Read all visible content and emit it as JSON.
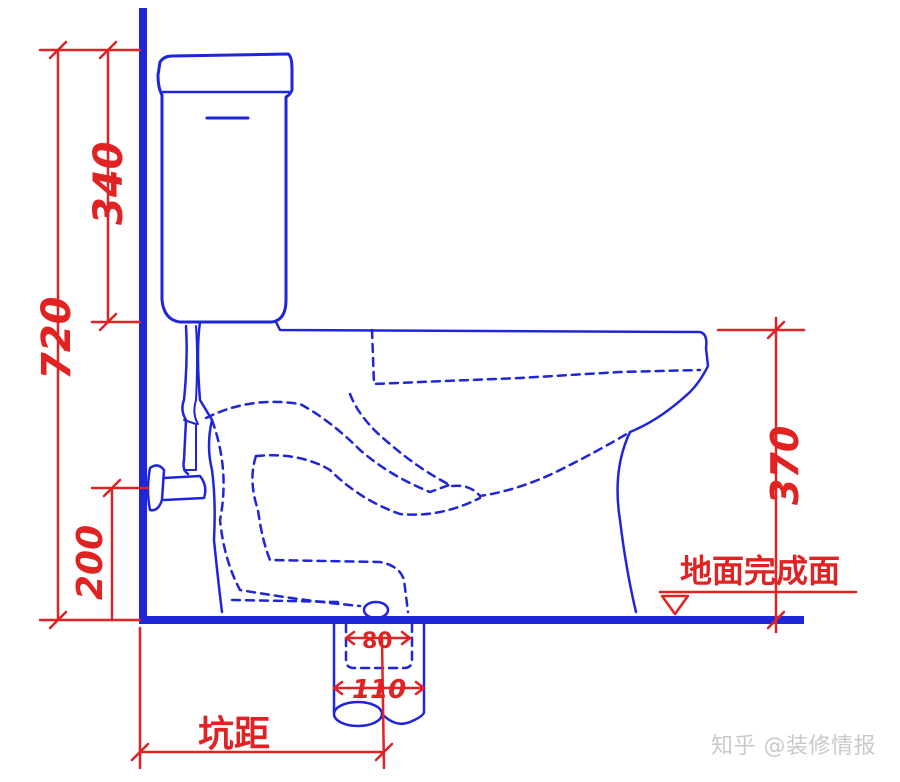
{
  "dimensions": {
    "total_height": "720",
    "tank_height": "340",
    "inlet_height": "200",
    "seat_height": "370",
    "drain_inner": "80",
    "drain_outer": "110"
  },
  "labels": {
    "pit_distance": "坑距",
    "floor_finish": "地面完成面"
  },
  "watermark": "知乎 @装修情报",
  "colors": {
    "fixture": "#1f25d8",
    "dimension": "#e02222",
    "watermark": "#c9c9c9"
  }
}
